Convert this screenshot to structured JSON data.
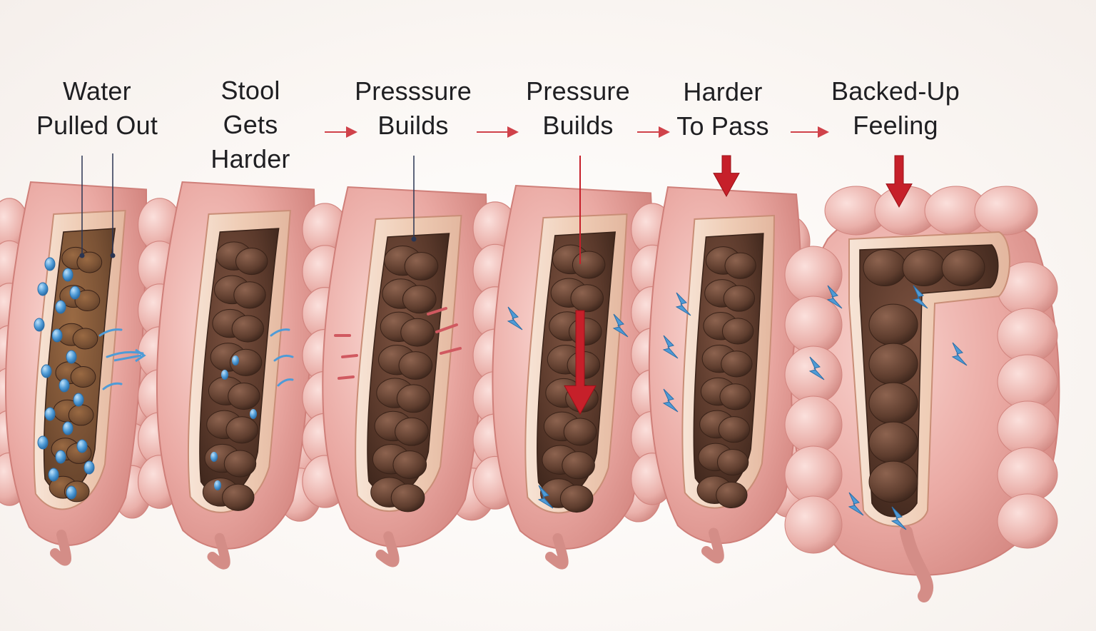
{
  "colors": {
    "background": "#fbf8f6",
    "label_text": "#1f1f22",
    "colon_outer": "#e9a8a2",
    "colon_inner": "#d98a84",
    "mucosa": "#f2d6c3",
    "stool_dark": "#4a2e22",
    "stool_mid": "#6b4433",
    "stool_light": "#8a5c45",
    "water_drops": "#4f9bd6",
    "pressure_arrow": "#c6202a",
    "leader_line": "#2a3552"
  },
  "stages": [
    {
      "id": "water",
      "lines": [
        "Water",
        "Pulled Out"
      ],
      "icons": [
        "water-drop-icon",
        "outflow-arrow-icon"
      ]
    },
    {
      "id": "stool-harder",
      "lines": [
        "Stool",
        "Gets",
        "Harder"
      ],
      "icons": [
        "water-drop-icon"
      ]
    },
    {
      "id": "pressure-1",
      "lines": [
        "Presssure",
        "Builds"
      ],
      "icons": [
        "pressure-mark-icon"
      ]
    },
    {
      "id": "pressure-2",
      "lines": [
        "Pressure",
        "Builds"
      ],
      "icons": [
        "down-arrow-icon",
        "lightning-icon"
      ]
    },
    {
      "id": "harder-pass",
      "lines": [
        "Harder",
        "To Pass"
      ],
      "icons": [
        "down-arrow-icon",
        "lightning-icon"
      ]
    },
    {
      "id": "backed-up",
      "lines": [
        "Backed-Up",
        "Feeling"
      ],
      "icons": [
        "down-arrow-icon",
        "lightning-icon"
      ]
    }
  ],
  "connectors": [
    "arrow-right-icon",
    "arrow-right-icon",
    "arrow-right-icon",
    "arrow-right-icon"
  ]
}
